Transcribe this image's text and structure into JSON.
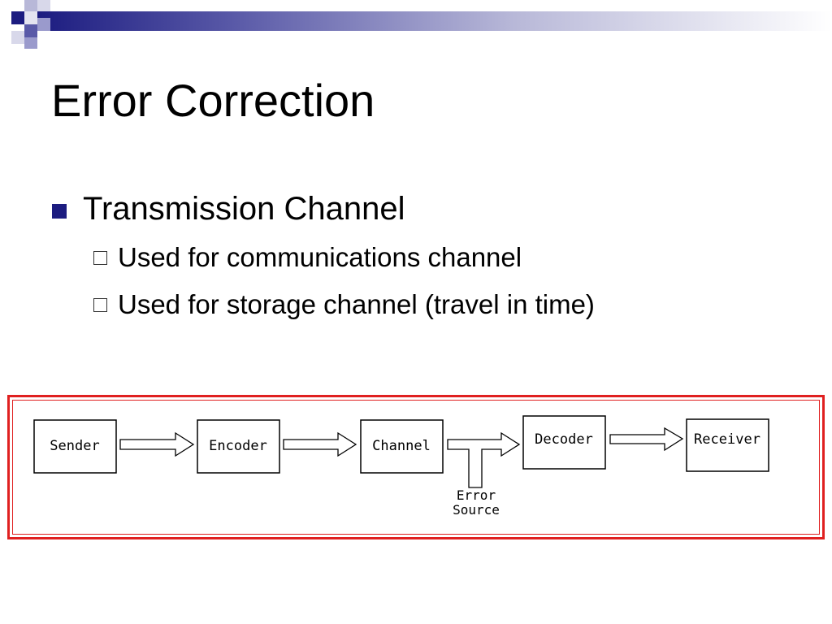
{
  "slide": {
    "title": "Error Correction",
    "bullet": "Transmission Channel",
    "sub_bullets": [
      "Used for communications channel",
      "Used for storage channel (travel in time)"
    ]
  },
  "diagram": {
    "blocks": [
      "Sender",
      "Encoder",
      "Channel",
      "Decoder",
      "Receiver"
    ],
    "error_source": [
      "Error",
      "Source"
    ]
  },
  "colors": {
    "accent": "#1c1c80",
    "frame": "#e02020"
  }
}
